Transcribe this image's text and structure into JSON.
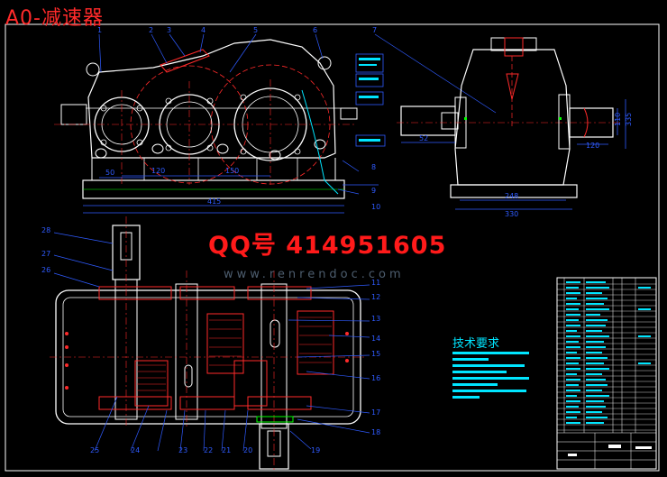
{
  "drawing_title": "A0-减速器",
  "watermark": {
    "qq": "QQ号  414951605",
    "site": "www.renrendoc.com"
  },
  "tech_requirements_title": "技术要求",
  "dimensions": {
    "d_50": "50",
    "d_120": "120",
    "d_150": "150",
    "d_415": "415",
    "d_52": "52",
    "d_120b": "120",
    "d_248": "248",
    "d_330": "330",
    "d_110": "110",
    "d_335": "335"
  },
  "part_numbers": [
    "1",
    "2",
    "3",
    "4",
    "5",
    "6",
    "7",
    "8",
    "9",
    "10",
    "11",
    "12",
    "13",
    "14",
    "15",
    "16",
    "17",
    "18",
    "19",
    "20",
    "21",
    "22",
    "23",
    "24",
    "25",
    "26",
    "27",
    "28"
  ],
  "colors": {
    "background": "#000000",
    "outline": "#ffffff",
    "red": "#ff2a2a",
    "blue": "#2f5bff",
    "cyan": "#00e5ff",
    "yellow": "#ffff00",
    "green": "#00ff00"
  }
}
